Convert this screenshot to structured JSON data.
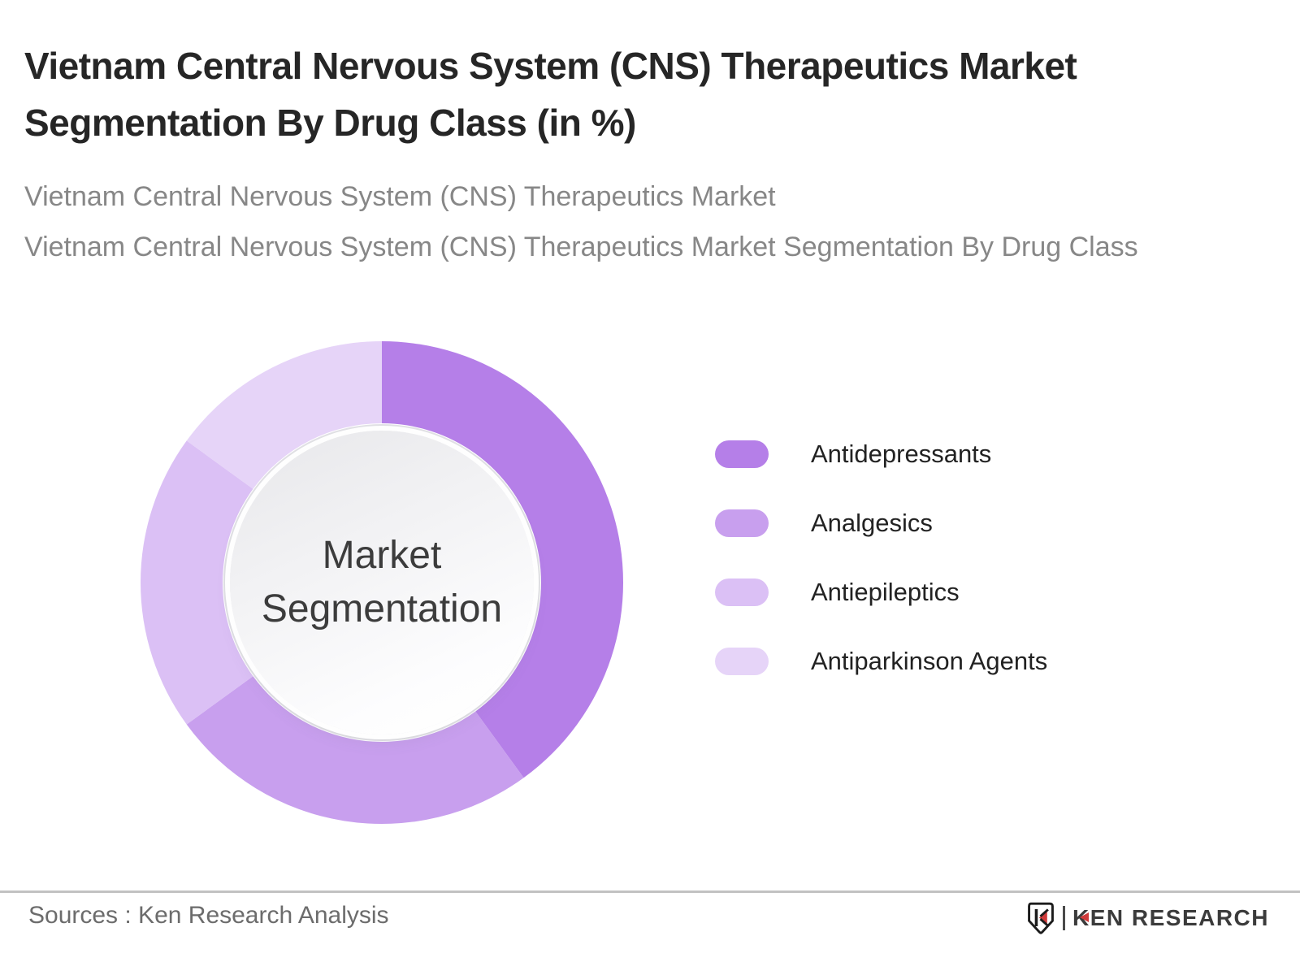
{
  "header": {
    "title": "Vietnam Central Nervous System (CNS) Therapeutics Market\nSegmentation By Drug Class (in %)",
    "subtitle_line1": "Vietnam Central Nervous System (CNS) Therapeutics Market",
    "subtitle_line2": "Vietnam Central Nervous System (CNS) Therapeutics Market Segmentation By Drug Class"
  },
  "chart_data": {
    "type": "pie",
    "variant": "donut",
    "title": "Market Segmentation",
    "center_label": "Market\nSegmentation",
    "unit": "%",
    "start_angle_deg": 0,
    "clockwise": true,
    "legend_position": "right",
    "segments": [
      {
        "label": "Antidepressants",
        "value": 40,
        "color": "#b57fe8"
      },
      {
        "label": "Analgesics",
        "value": 25,
        "color": "#c89fee"
      },
      {
        "label": "Antiepileptics",
        "value": 20,
        "color": "#dbc0f5"
      },
      {
        "label": "Antiparkinson Agents",
        "value": 15,
        "color": "#e6d4f8"
      }
    ]
  },
  "footer": {
    "sources": "Sources : Ken Research Analysis",
    "brand_text": "KEN RESEARCH",
    "brand_accent_color": "#cf3a3a"
  }
}
